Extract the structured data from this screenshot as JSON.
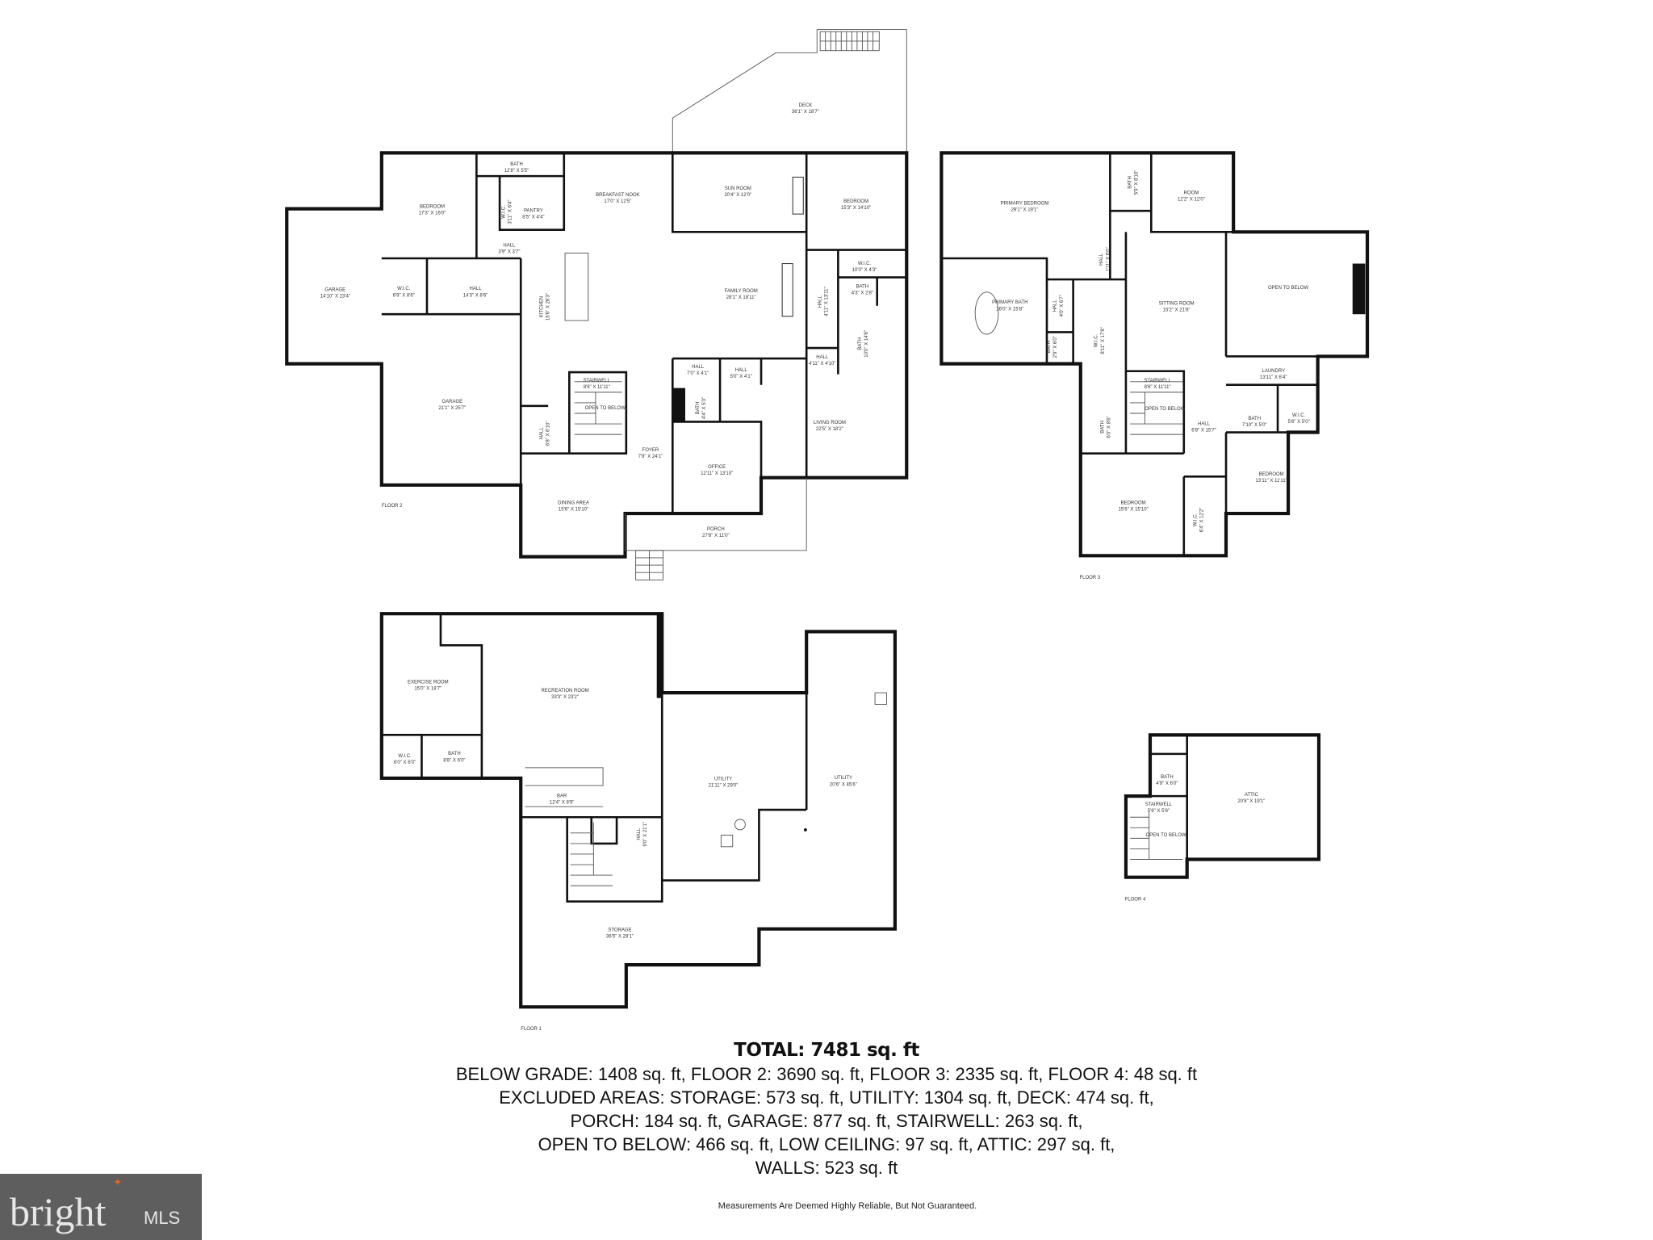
{
  "floor2": {
    "label": "FLOOR 2",
    "rooms": [
      {
        "name": "BATH",
        "dims": "12'8\" X 5'5\""
      },
      {
        "name": "W.I.C.",
        "dims": "3'11\" X 6'4\""
      },
      {
        "name": "PANTRY",
        "dims": "8'5\" X 4'4\""
      },
      {
        "name": "BEDROOM",
        "dims": "17'3\" X 16'0\""
      },
      {
        "name": "BREAKFAST NOOK",
        "dims": "17'0\" X 12'5\""
      },
      {
        "name": "SUN ROOM",
        "dims": "20'4\" X 12'0\""
      },
      {
        "name": "BEDROOM",
        "dims": "15'3\" X 14'10\""
      },
      {
        "name": "HALL",
        "dims": "3'9\" X 3'7\""
      },
      {
        "name": "GARAGE",
        "dims": "14'10\" X 23'4\""
      },
      {
        "name": "W.I.C.",
        "dims": "6'9\" X 8'6\""
      },
      {
        "name": "HALL",
        "dims": "14'3\" X 8'6\""
      },
      {
        "name": "KITCHEN",
        "dims": "15'6\" X 26'3\""
      },
      {
        "name": "FAMILY ROOM",
        "dims": "28'1\" X 18'11\""
      },
      {
        "name": "W.I.C.",
        "dims": "10'0\" X 4'3\""
      },
      {
        "name": "BATH",
        "dims": "4'3\" X 2'8\""
      },
      {
        "name": "HALL",
        "dims": "4'11\" X 13'11\""
      },
      {
        "name": "BATH",
        "dims": "10'0\" X 14'6\""
      },
      {
        "name": "HALL",
        "dims": "4'11\" X 4'10\""
      },
      {
        "name": "HALL",
        "dims": "7'0\" X 4'1\""
      },
      {
        "name": "HALL",
        "dims": "5'0\" X 4'1\""
      },
      {
        "name": "STAIRWELL",
        "dims": "8'6\" X 11'11\""
      },
      {
        "name": "OPEN TO BELOW",
        "dims": ""
      },
      {
        "name": "BATH",
        "dims": "4'4\" X 5'3\""
      },
      {
        "name": "GARAGE",
        "dims": "21'1\" X 25'7\""
      },
      {
        "name": "HALL",
        "dims": "6'8\" X 6'10\""
      },
      {
        "name": "FOYER",
        "dims": "7'9\" X 24'1\""
      },
      {
        "name": "OFFICE",
        "dims": "12'11\" X 13'10\""
      },
      {
        "name": "LIVING ROOM",
        "dims": "22'5\" X 18'2\""
      },
      {
        "name": "DINING AREA",
        "dims": "15'6\" X 15'10\""
      },
      {
        "name": "PORCH",
        "dims": "27'6\" X 11'0\""
      },
      {
        "name": "DECK",
        "dims": "36'1\" X 18'7\""
      }
    ]
  },
  "floor3": {
    "label": "FLOOR 3",
    "rooms": [
      {
        "name": "PRIMARY BEDROOM",
        "dims": "29'1\" X 19'1\""
      },
      {
        "name": "BATH",
        "dims": "5'9\" X 8'10\""
      },
      {
        "name": "ROOM",
        "dims": "12'2\" X 12'0\""
      },
      {
        "name": "HALL",
        "dims": "1'11\" X 6'0\""
      },
      {
        "name": "PRIMARY BATH",
        "dims": "16'0\" X 15'8\""
      },
      {
        "name": "HALL",
        "dims": "4'0\" X 6'7\""
      },
      {
        "name": "BATH",
        "dims": "2'9\" X 6'0\""
      },
      {
        "name": "W.I.C.",
        "dims": "8'11\" X 17'8\""
      },
      {
        "name": "SITTING ROOM",
        "dims": "15'2\" X 21'8\""
      },
      {
        "name": "OPEN TO BELOW",
        "dims": ""
      },
      {
        "name": "LAUNDRY",
        "dims": "13'11\" X 6'4\""
      },
      {
        "name": "STAIRWELL",
        "dims": "8'6\" X 11'11\""
      },
      {
        "name": "OPEN TO BELOW",
        "dims": ""
      },
      {
        "name": "HALL",
        "dims": "6'8\" X 15'7\""
      },
      {
        "name": "BATH",
        "dims": "7'10\" X 5'0\""
      },
      {
        "name": "W.I.C.",
        "dims": "5'6\" X 5'0\""
      },
      {
        "name": "BATH",
        "dims": "6'0\" X 8'6\""
      },
      {
        "name": "BEDROOM",
        "dims": "13'11\" X 11'11\""
      },
      {
        "name": "BEDROOM",
        "dims": "15'6\" X 15'10\""
      },
      {
        "name": "W.I.C.",
        "dims": "6'4\" X 12'2\""
      }
    ]
  },
  "floor1": {
    "label": "FLOOR 1",
    "rooms": [
      {
        "name": "EXERCISE ROOM",
        "dims": "15'0\" X 18'7\""
      },
      {
        "name": "RECREATION ROOM",
        "dims": "33'3\" X 23'2\""
      },
      {
        "name": "W.I.C.",
        "dims": "6'0\" X 6'0\""
      },
      {
        "name": "BATH",
        "dims": "8'8\" X 6'0\""
      },
      {
        "name": "BAR",
        "dims": "12'4\" X 8'9\""
      },
      {
        "name": "UTILITY",
        "dims": "21'11\" X 29'0\""
      },
      {
        "name": "UTILITY",
        "dims": "20'6\" X 45'6\""
      },
      {
        "name": "HALL",
        "dims": "9'0\" X 21'1\""
      },
      {
        "name": "STORAGE",
        "dims": "36'5\" X 28'1\""
      }
    ]
  },
  "floor4": {
    "label": "FLOOR 4",
    "rooms": [
      {
        "name": "BATH",
        "dims": "4'9\" X 6'0\""
      },
      {
        "name": "ATTIC",
        "dims": "20'8\" X 19'1\""
      },
      {
        "name": "STAIRWELL",
        "dims": "5'6\" X 5'6\""
      },
      {
        "name": "OPEN TO BELOW",
        "dims": ""
      }
    ]
  },
  "summary": {
    "total": "TOTAL: 7481 sq. ft",
    "lines": [
      "BELOW GRADE: 1408 sq. ft, FLOOR 2: 3690 sq. ft, FLOOR 3: 2335 sq. ft, FLOOR 4: 48 sq. ft",
      "EXCLUDED AREAS: STORAGE: 573 sq. ft, UTILITY: 1304 sq. ft, DECK: 474 sq. ft,",
      "PORCH: 184 sq. ft, GARAGE: 877 sq. ft, STAIRWELL: 263 sq. ft,",
      "OPEN TO BELOW: 466 sq. ft, LOW CEILING: 97 sq. ft, ATTIC: 297 sq. ft,",
      "WALLS: 523 sq. ft"
    ],
    "disclaimer": "Measurements Are Deemed Highly Reliable, But Not Guaranteed."
  },
  "logo": {
    "text": "bright MLS",
    "word": "bright",
    "suffix": "MLS",
    "background": "#5e5e5e",
    "accent": "#d9622b"
  }
}
